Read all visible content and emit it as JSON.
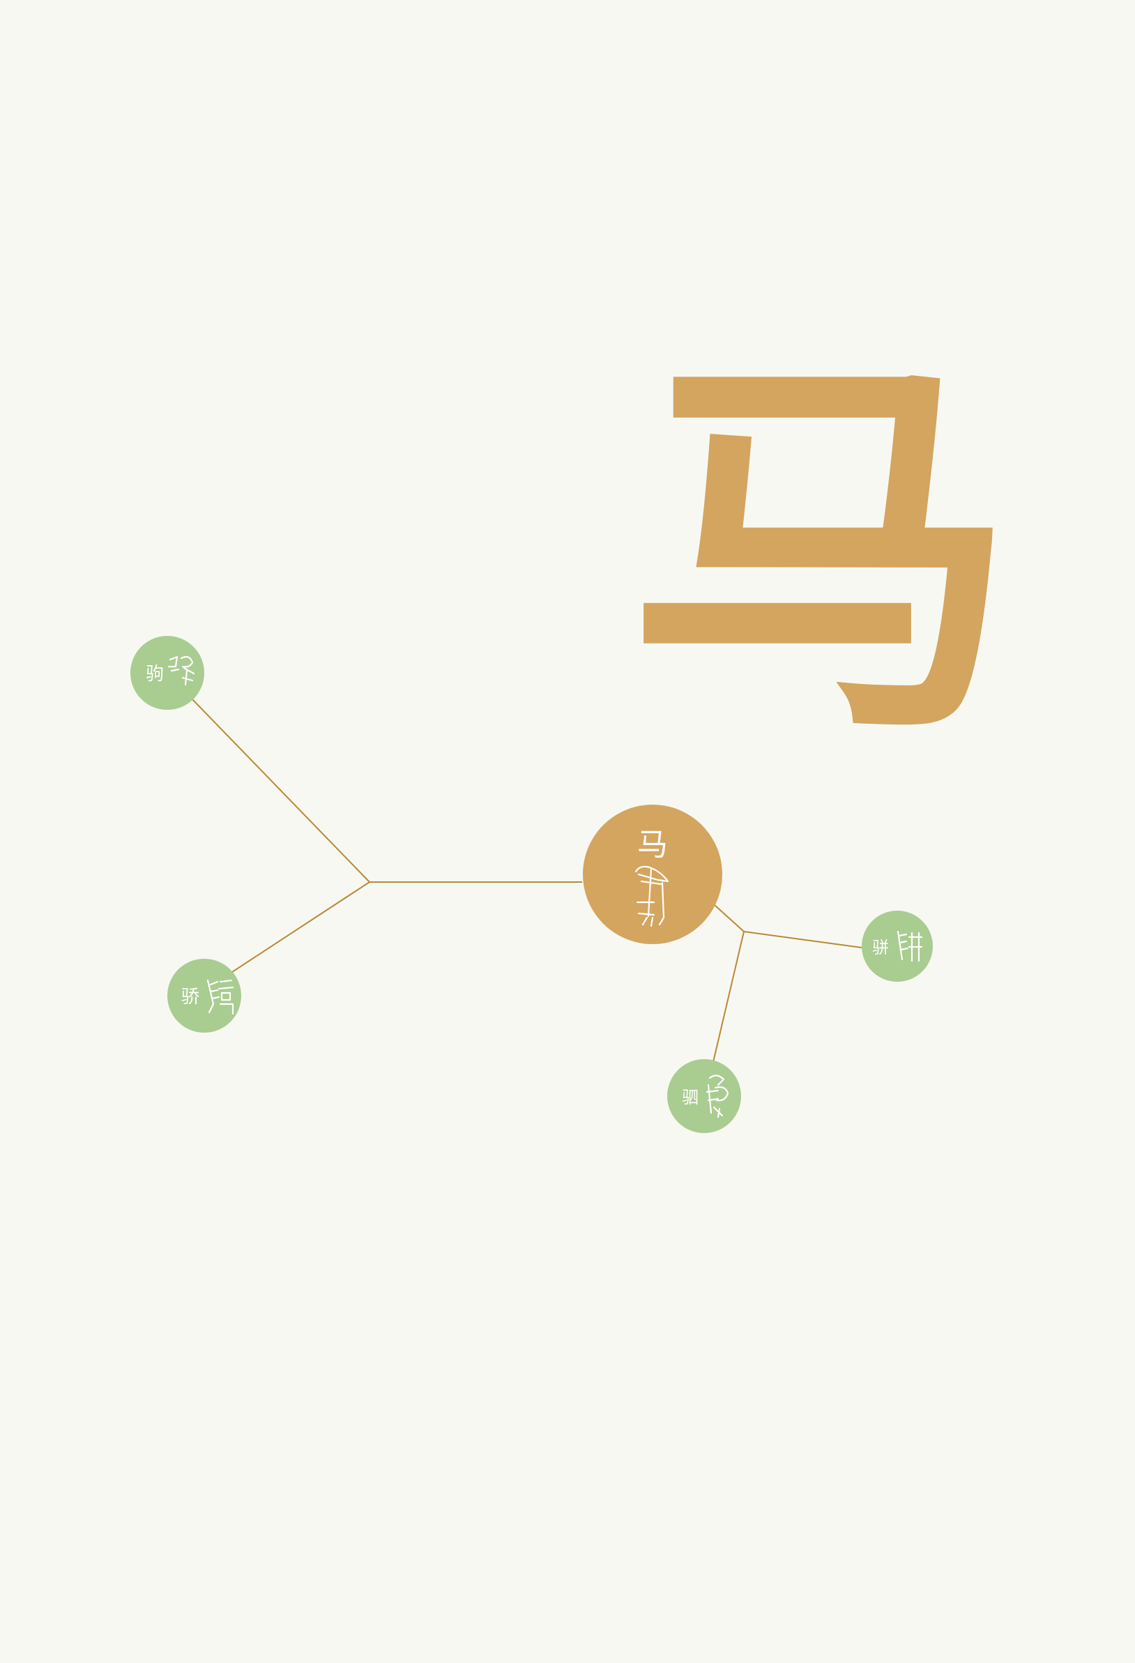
{
  "diagram": {
    "title_character": "马",
    "center_node": {
      "modern": "马"
    },
    "related_nodes": [
      {
        "modern": "驹",
        "seal_icon": "ancient-seal-glyph-ju"
      },
      {
        "modern": "骄",
        "seal_icon": "ancient-seal-glyph-jiao"
      },
      {
        "modern": "骈",
        "seal_icon": "ancient-seal-glyph-pian"
      },
      {
        "modern": "驷",
        "seal_icon": "ancient-seal-glyph-si"
      }
    ],
    "colors": {
      "background": "#f7f8f2",
      "primary": "#d4a55f",
      "node": "#a9cc91",
      "line": "#b98a34",
      "text": "#ffffff"
    }
  }
}
